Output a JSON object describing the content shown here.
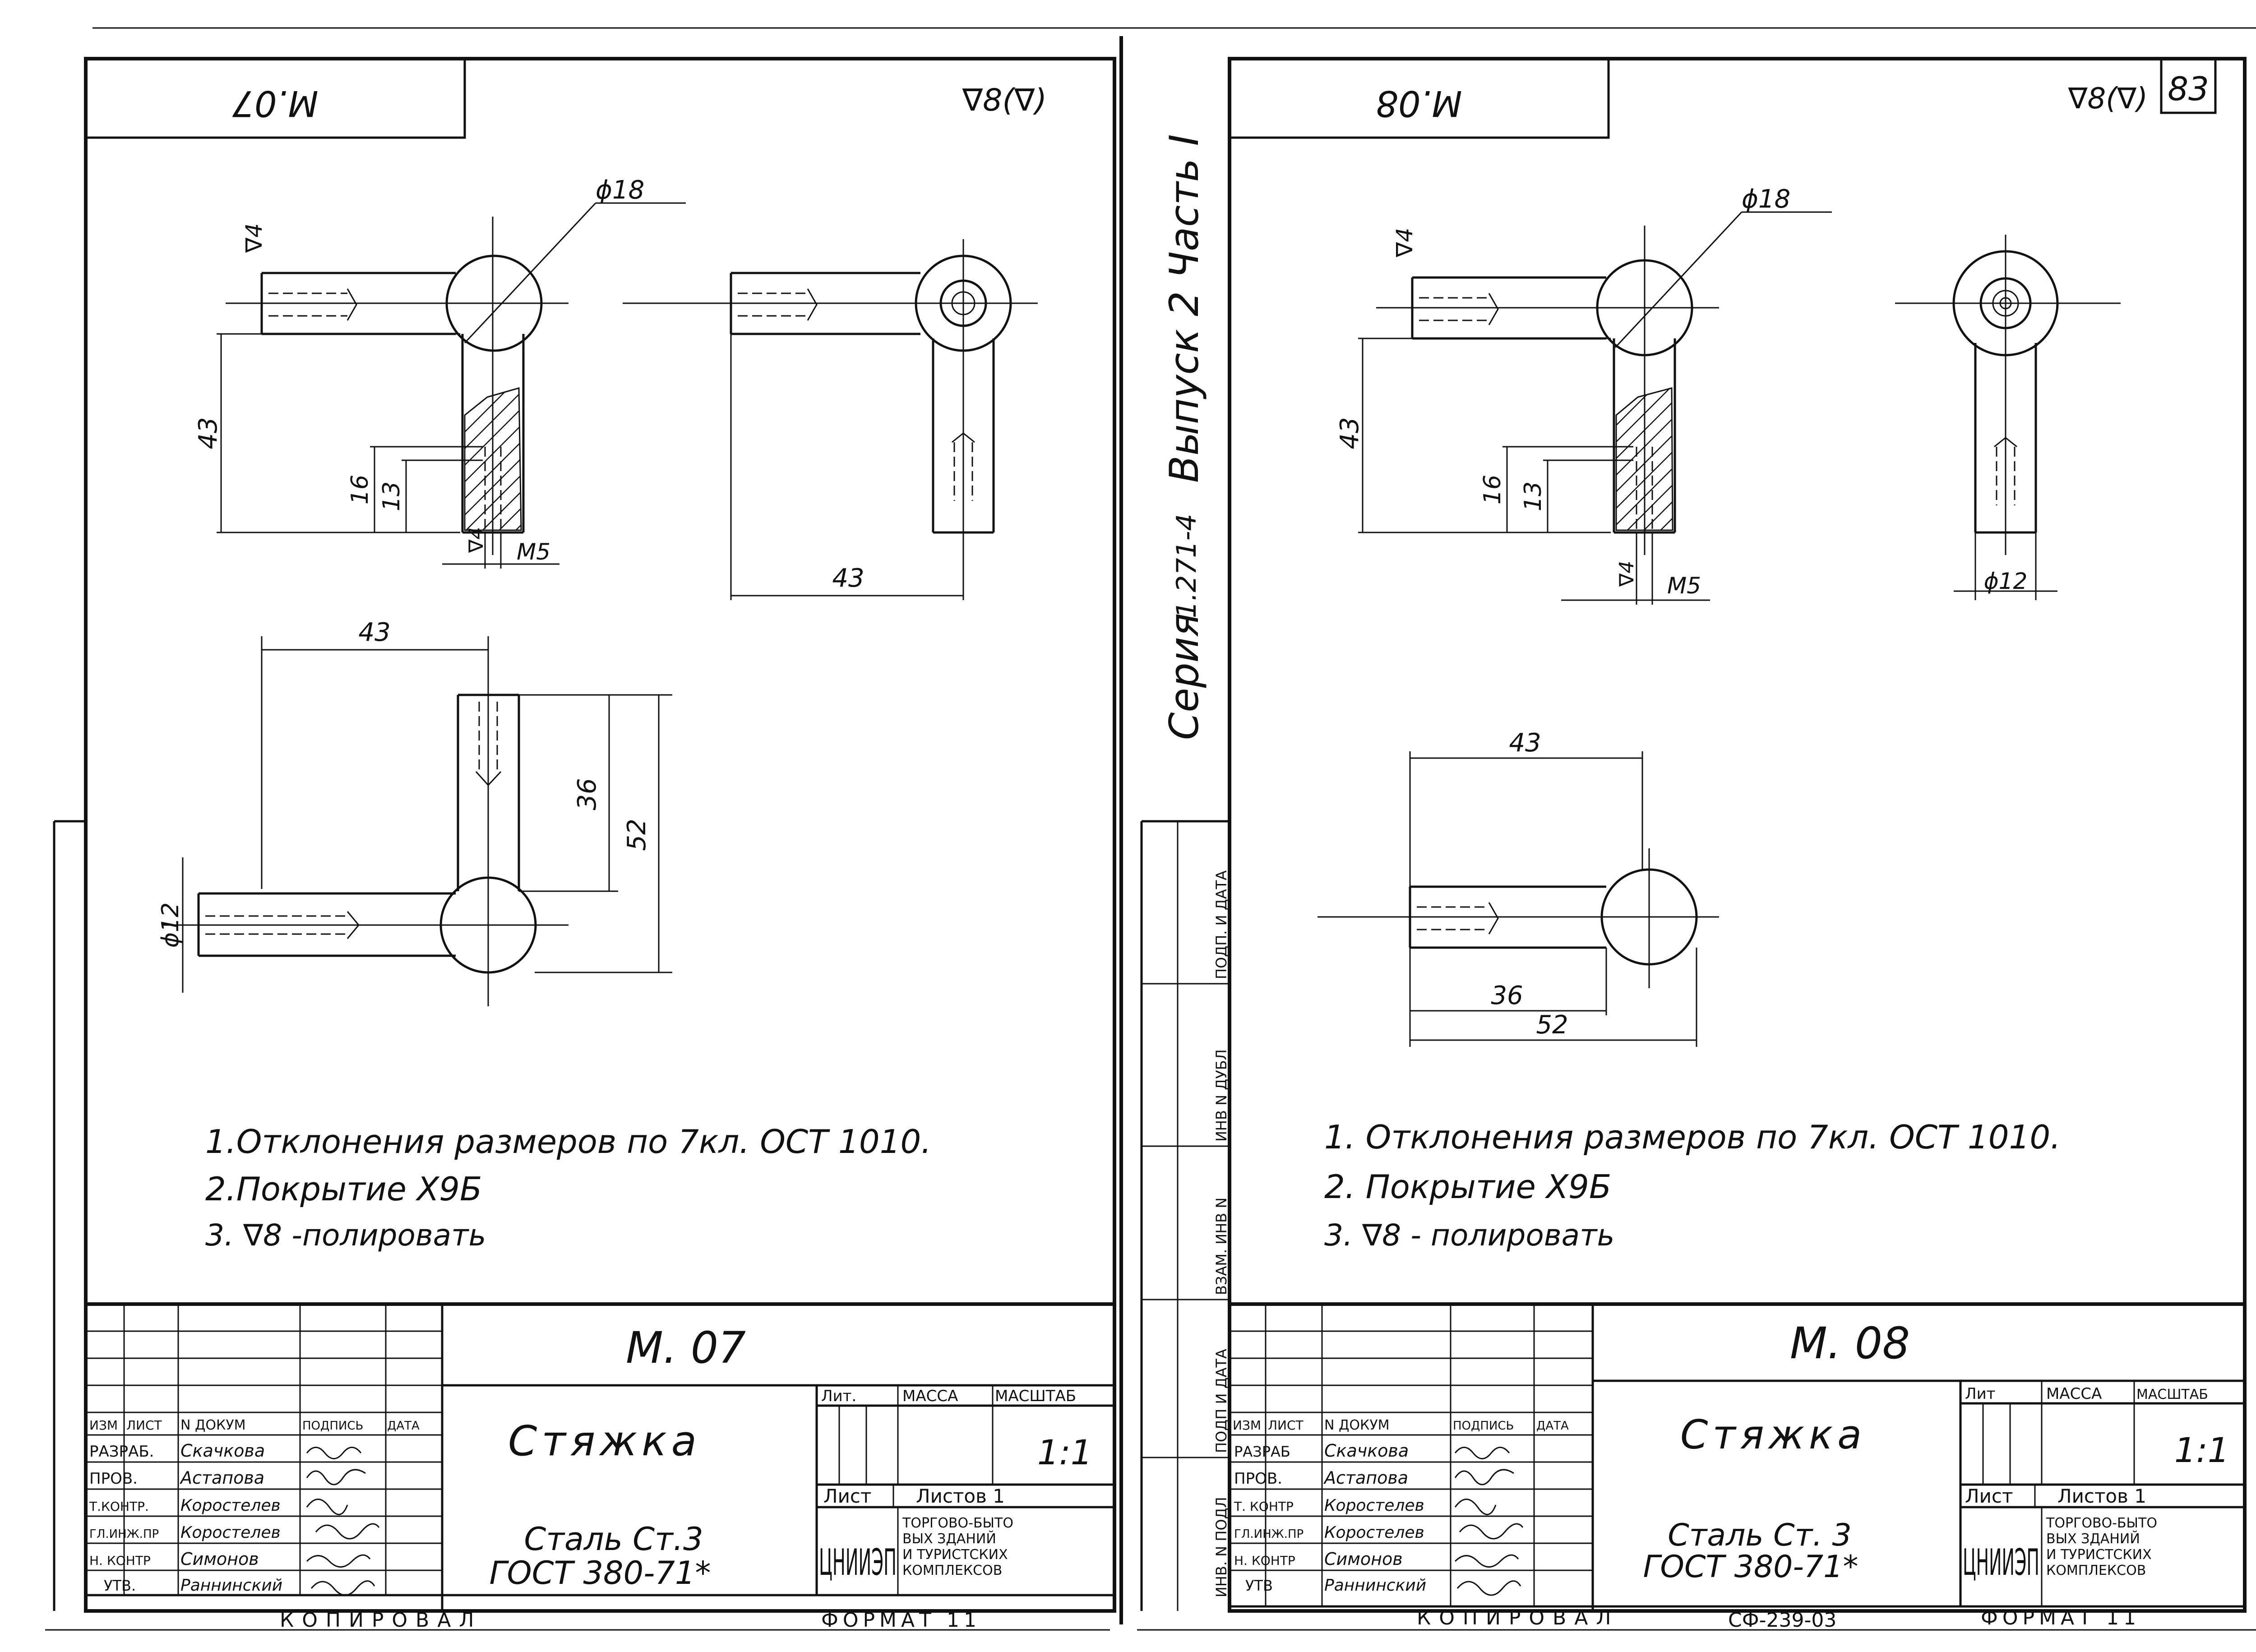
{
  "left": {
    "mirrored_code": "M.07",
    "surface_mark": "∇8(∇)",
    "dims": {
      "d18": "ϕ18",
      "d4": "∇4",
      "d43a": "43",
      "d16": "16",
      "d13": "13",
      "m5": "M5",
      "d43b": "43",
      "d43c": "43",
      "d36": "36",
      "d52": "52",
      "d12": "ϕ12",
      "d4b": "∇4"
    },
    "notes": [
      "1.Отклонения размеров по 7кл. ОСТ 1010.",
      "2.Покрытие Х9Б",
      "3. ∇8 -полировать"
    ],
    "title_block": {
      "code": "М. 07",
      "name": "Стяжка",
      "material_line1": "Сталь Ст.3",
      "material_line2": "ГОСТ 380-71*",
      "lit_header": "Лит.",
      "mass_header": "МАССА",
      "scale_header": "МАСШТАБ",
      "scale": "1:1",
      "sheet": "Лист",
      "sheets": "Листов 1",
      "org_logo": "ЦНИИЭП",
      "org_text": [
        "ТОРГОВО-БЫТО",
        "ВЫХ ЗДАНИЙ",
        "И ТУРИСТСКИХ",
        "КОМПЛЕКСОВ"
      ],
      "col_headers": [
        "ИЗМ",
        "ЛИСТ",
        "N ДОКУМ",
        "ПОДПИСЬ",
        "ДАТА"
      ],
      "roles": [
        {
          "role": "РАЗРАБ.",
          "name": "Скачкова"
        },
        {
          "role": "ПРОВ.",
          "name": "Астапова"
        },
        {
          "role": "Т.КОНТР.",
          "name": "Коростелев"
        },
        {
          "role": "ГЛ.ИНЖ.ПР",
          "name": "Коростелев"
        },
        {
          "role": "Н. КОНТР",
          "name": "Симонов"
        },
        {
          "role": "УТВ.",
          "name": "Раннинский"
        }
      ],
      "copied": "КОПИРОВАЛ",
      "format": "ФОРМАТ 11"
    }
  },
  "right": {
    "mirrored_code": "M.08",
    "surface_mark": "∇8(∇)",
    "page_number": "83",
    "dims": {
      "d18": "ϕ18",
      "d4": "∇4",
      "d43a": "43",
      "d16": "16",
      "d13": "13",
      "m5": "M5",
      "d4b": "∇4",
      "d12": "ϕ12",
      "d43c": "43",
      "d36": "36",
      "d52": "52"
    },
    "notes": [
      "1. Отклонения размеров по 7кл. ОСТ 1010.",
      "2. Покрытие Х9Б",
      "3.  ∇8 - полировать"
    ],
    "title_block": {
      "code": "М. 08",
      "name": "Стяжка",
      "material_line1": "Сталь Ст. 3",
      "material_line2": "ГОСТ 380-71*",
      "lit_header": "Лит",
      "mass_header": "МАССА",
      "scale_header": "МАСШТАБ",
      "scale": "1:1",
      "sheet": "Лист",
      "sheets": "Листов 1",
      "org_logo": "ЦНИИЭП",
      "org_text": [
        "ТОРГОВО-БЫТО",
        "ВЫХ ЗДАНИЙ",
        "И ТУРИСТСКИХ",
        "КОМПЛЕКСОВ"
      ],
      "col_headers": [
        "ИЗМ",
        "ЛИСТ",
        "N ДОКУМ",
        "ПОДПИСЬ",
        "ДАТА"
      ],
      "roles": [
        {
          "role": "РАЗРАБ",
          "name": "Скачкова"
        },
        {
          "role": "ПРОВ.",
          "name": "Астапова"
        },
        {
          "role": "Т. КОНТР",
          "name": "Коростелев"
        },
        {
          "role": "ГЛ.ИНЖ.ПР",
          "name": "Коростелев"
        },
        {
          "role": "Н. КОНТР",
          "name": "Симонов"
        },
        {
          "role": "УТВ",
          "name": "Раннинский"
        }
      ],
      "copied": "КОПИРОВАЛ",
      "format": "ФОРМАТ 11",
      "doc_code": "СФ-239-03"
    }
  },
  "spine": {
    "series": "Серия",
    "series_number": "1.271-4",
    "issue": "Выпуск 2 Часть I",
    "side_labels": [
      "ИНВ. N ПОДЛ",
      "ПОДП И ДАТА",
      "ВЗАМ. ИНВ N",
      "ИНВ N ДУБЛ",
      "ПОДП. И ДАТА"
    ]
  }
}
